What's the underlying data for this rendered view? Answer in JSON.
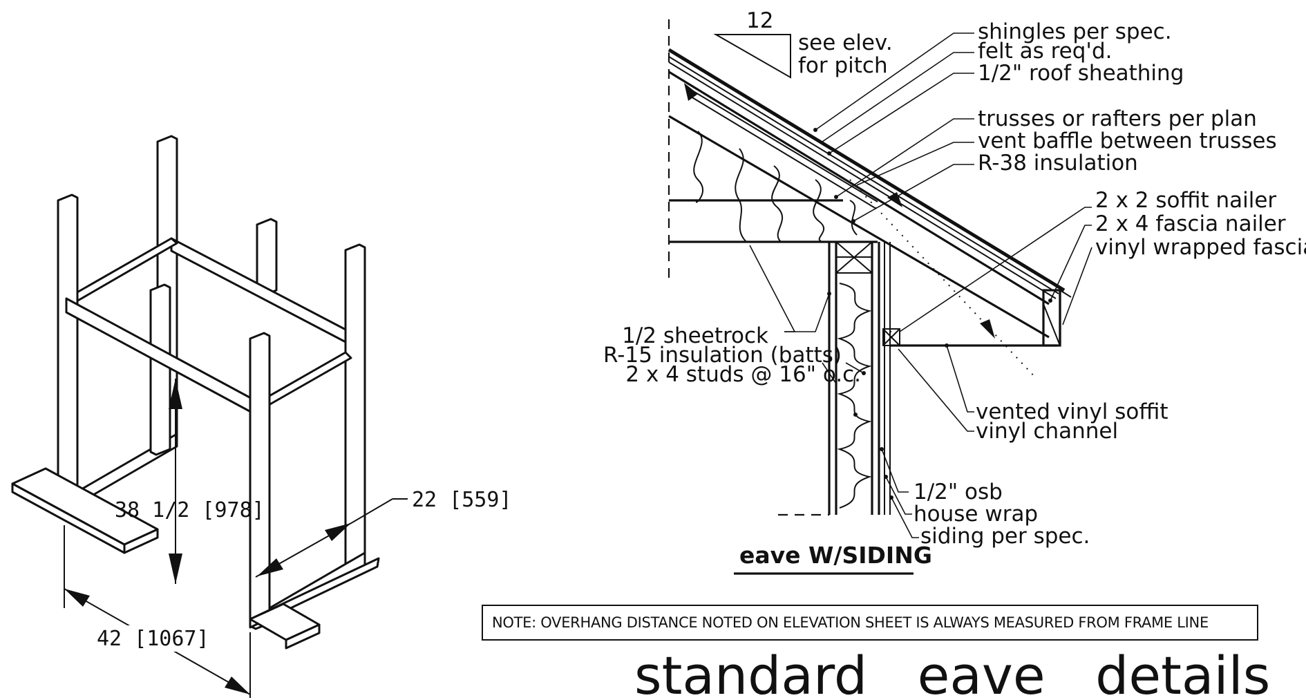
{
  "frame_drawing": {
    "dim_height": "38 1/2 [978]",
    "dim_width": "42 [1067]",
    "dim_depth": "22 [559]"
  },
  "eave_detail": {
    "pitch": {
      "run": "12",
      "note_line1": "see elev.",
      "note_line2": "for pitch"
    },
    "labels_right": [
      "shingles per spec.",
      "felt as req'd.",
      "1/2\" roof sheathing",
      "trusses or rafters per plan",
      "vent baffle between trusses",
      "R-38 insulation",
      "2 x 2 soffit nailer",
      "2 x 4 fascia nailer",
      "vinyl wrapped fascia"
    ],
    "labels_left": [
      "1/2 sheetrock",
      "R-15 insulation (batts)",
      "2 x 4 studs @ 16\" o.c."
    ],
    "labels_bottom": [
      "vented vinyl soffit",
      "vinyl channel",
      "1/2\" osb",
      "house wrap",
      "siding per spec."
    ],
    "subtitle": "eave W/SIDING"
  },
  "note": "NOTE:  OVERHANG DISTANCE NOTED ON ELEVATION SHEET IS ALWAYS MEASURED FROM FRAME LINE",
  "title": "standard   eave   details"
}
